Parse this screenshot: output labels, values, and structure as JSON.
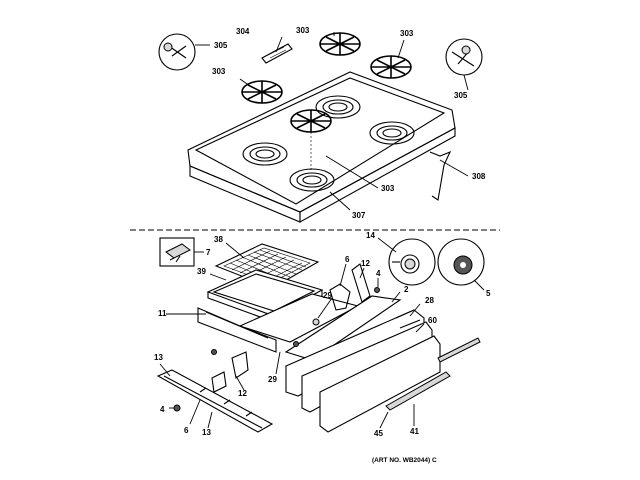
{
  "labels": {
    "p304": "304",
    "p305a": "305",
    "p305b": "305",
    "p303a": "303",
    "p303b": "303",
    "p303c": "303",
    "p303d": "303",
    "p308": "308",
    "p307": "307",
    "p7": "7",
    "p38": "38",
    "p39": "39",
    "p11": "11",
    "p6a": "6",
    "p12a": "12",
    "p29a": "29",
    "p14": "14",
    "p5": "5",
    "p4a": "4",
    "p2": "2",
    "p28": "28",
    "p60": "60",
    "p13a": "13",
    "p12b": "12",
    "p29b": "29",
    "p4b": "4",
    "p6b": "6",
    "p13b": "13",
    "p45": "45",
    "p41": "41"
  },
  "art_number": "(ART NO. WB2044) C"
}
